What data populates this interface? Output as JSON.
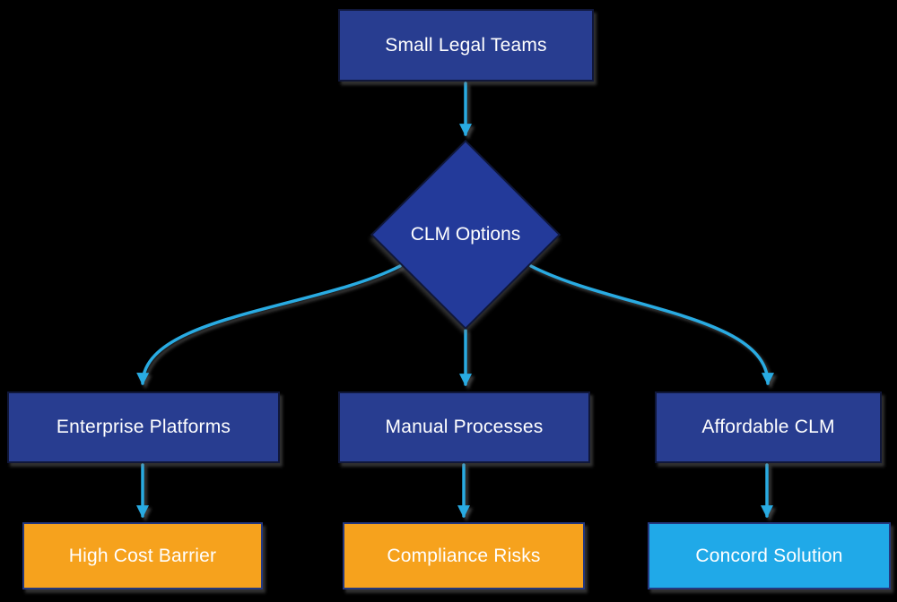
{
  "colors": {
    "background": "#000000",
    "node_fill_navy": "#283D90",
    "diamond_fill": "#233A9A",
    "node_border_dark": "#10173A",
    "node_fill_orange": "#F6A21D",
    "node_fill_lightblue": "#20A9E8",
    "node_border_accent": "#24387F",
    "arrow": "#29ABE2",
    "text": "#FFFFFF"
  },
  "nodes": {
    "small_legal_teams": {
      "label": "Small Legal Teams",
      "shape": "rect",
      "variant": "navy"
    },
    "clm_options": {
      "label": "CLM Options",
      "shape": "diamond",
      "variant": "navy"
    },
    "enterprise_platforms": {
      "label": "Enterprise Platforms",
      "shape": "rect",
      "variant": "navy"
    },
    "manual_processes": {
      "label": "Manual Processes",
      "shape": "rect",
      "variant": "navy"
    },
    "affordable_clm": {
      "label": "Affordable CLM",
      "shape": "rect",
      "variant": "navy"
    },
    "high_cost_barrier": {
      "label": "High Cost Barrier",
      "shape": "rect",
      "variant": "orange"
    },
    "compliance_risks": {
      "label": "Compliance Risks",
      "shape": "rect",
      "variant": "orange"
    },
    "concord_solution": {
      "label": "Concord Solution",
      "shape": "rect",
      "variant": "lightblue"
    }
  },
  "edges": [
    {
      "from": "small_legal_teams",
      "to": "clm_options"
    },
    {
      "from": "clm_options",
      "to": "enterprise_platforms"
    },
    {
      "from": "clm_options",
      "to": "manual_processes"
    },
    {
      "from": "clm_options",
      "to": "affordable_clm"
    },
    {
      "from": "enterprise_platforms",
      "to": "high_cost_barrier"
    },
    {
      "from": "manual_processes",
      "to": "compliance_risks"
    },
    {
      "from": "affordable_clm",
      "to": "concord_solution"
    }
  ]
}
